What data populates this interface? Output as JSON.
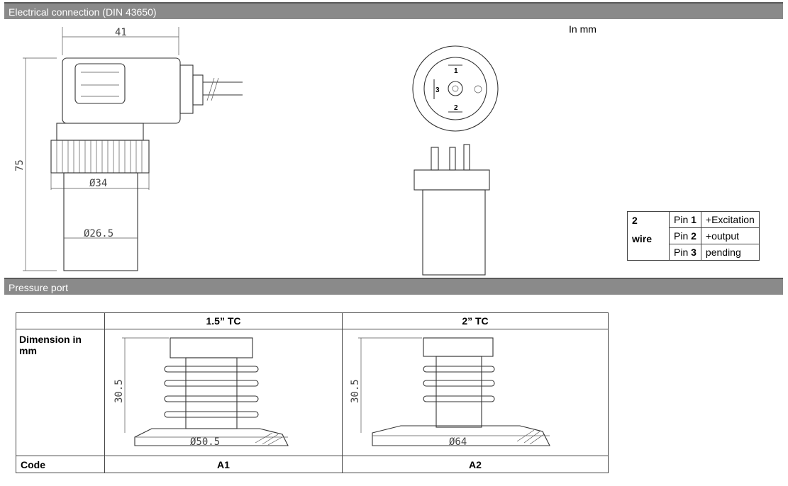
{
  "sections": {
    "electrical": "Electrical connection (DIN 43650)",
    "pressure": "Pressure port"
  },
  "unit_note": "In mm",
  "connector_dims": {
    "width": "41",
    "height": "75",
    "dia1": "Ø34",
    "dia2": "Ø26.5"
  },
  "pins": {
    "p1": "1",
    "p2": "2",
    "p3": "3"
  },
  "wiring": {
    "type_num": "2",
    "type_word": "wire",
    "rows": [
      {
        "pin": "Pin ",
        "num": "1",
        "desc": "+Excitation"
      },
      {
        "pin": "Pin ",
        "num": "2",
        "desc": "+output"
      },
      {
        "pin": "Pin ",
        "num": "3",
        "desc": "pending"
      }
    ]
  },
  "port_table": {
    "col1": "1.5” TC",
    "col2": "2” TC",
    "row_label": "Dimension in mm",
    "dim_h1": "30.5",
    "dim_d1": "Ø50.5",
    "dim_h2": "30.5",
    "dim_d2": "Ø64",
    "code_label": "Code",
    "code1": "A1",
    "code2": "A2"
  }
}
